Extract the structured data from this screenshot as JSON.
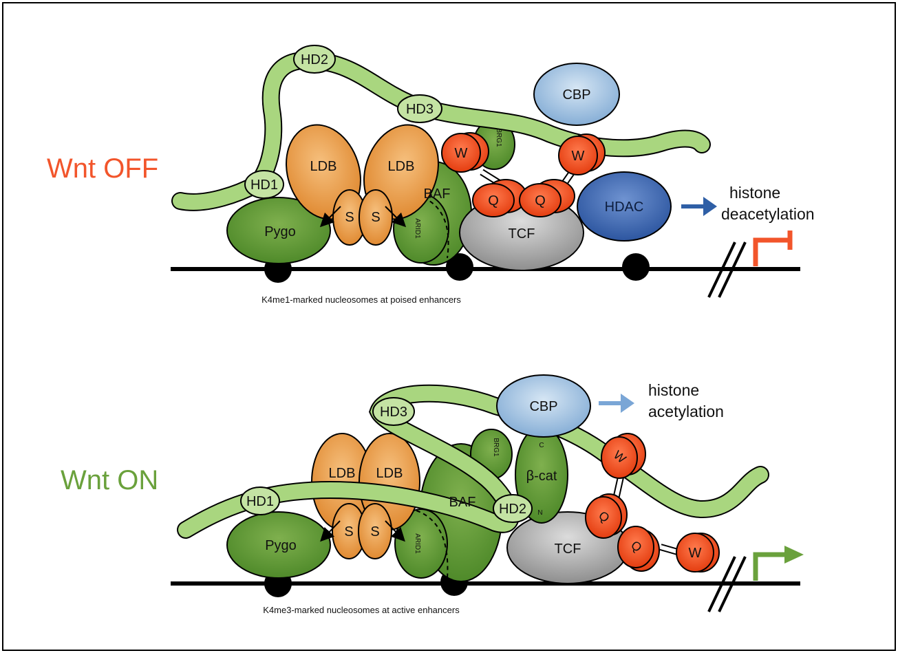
{
  "colors": {
    "off_red": "#f2552b",
    "on_green": "#6aa13c",
    "hdac_arrow": "#2f5fa6",
    "cbp_arrow": "#7aa6d6"
  },
  "panels": {
    "off": {
      "state_label": "Wnt OFF",
      "caption": "K4me1-marked nucleosomes at poised enhancers",
      "tether": {
        "hd1": "HD1",
        "hd2": "HD2",
        "hd3": "HD3"
      },
      "proteins": {
        "pygo": "Pygo",
        "ldb_left": "LDB",
        "ldb_right": "LDB",
        "s_left": "S",
        "s_right": "S",
        "baf": "BAF",
        "arid1": "ARID1",
        "brg1": "BRG1",
        "tcf": "TCF",
        "cbp": "CBP",
        "hdac": "HDAC",
        "w1": "W",
        "w2": "W",
        "q1": "Q",
        "q2": "Q"
      },
      "effect": {
        "line1": "histone",
        "line2": "deacetylation"
      }
    },
    "on": {
      "state_label": "Wnt ON",
      "caption": "K4me3-marked nucleosomes at active enhancers",
      "tether": {
        "hd1": "HD1",
        "hd2": "HD2",
        "hd3": "HD3"
      },
      "proteins": {
        "pygo": "Pygo",
        "ldb_left": "LDB",
        "ldb_right": "LDB",
        "s_left": "S",
        "s_right": "S",
        "baf": "BAF",
        "arid1": "ARID1",
        "brg1": "BRG1",
        "bcat": "β-cat",
        "bcat_c": "C",
        "bcat_n": "N",
        "tcf": "TCF",
        "cbp": "CBP",
        "w1": "W",
        "w2": "W",
        "q1": "Q",
        "q2": "Q"
      },
      "effect": {
        "line1": "histone",
        "line2": "acetylation"
      }
    }
  }
}
